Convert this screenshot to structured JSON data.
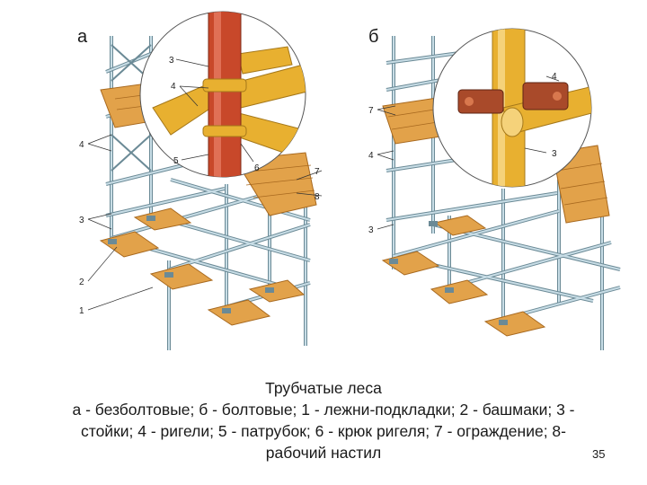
{
  "panels": {
    "left": {
      "letter": "а",
      "callouts": [
        "1",
        "2",
        "3",
        "4",
        "4",
        "3",
        "5",
        "6",
        "7",
        "8"
      ]
    },
    "right": {
      "letter": "б",
      "callouts": [
        "3",
        "4",
        "7",
        "3",
        "4"
      ]
    }
  },
  "caption": {
    "title": "Трубчатые леса",
    "line1": "а - безболтовые; б - болтовые; 1 - лежни-подкладки; 2 - башмаки; 3 -",
    "line2": "стойки; 4 - ригели; 5 -  патрубок; 6 - крюк ригеля; 7 - ограждение; 8-",
    "line3": "рабочий настил"
  },
  "page_number": "35",
  "colors": {
    "pipe": "#c8dde6",
    "pipe_edge": "#6b8a96",
    "plank": "#e2a24a",
    "plank_edge": "#a8691f",
    "tube_yellow": "#e8b030",
    "tube_red": "#c8482a",
    "clamp": "#a94a2a"
  }
}
